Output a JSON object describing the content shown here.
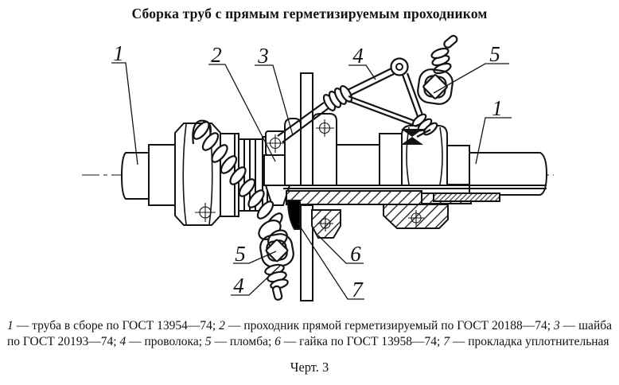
{
  "document": {
    "title": "Сборка труб с прямым герметизируемым проходником",
    "figure_label": "Черт. 3"
  },
  "legend": {
    "dash": " — ",
    "separator": "; ",
    "items": [
      {
        "num": "1",
        "desc": "труба в сборе по ГОСТ 13954—74"
      },
      {
        "num": "2",
        "desc": "проходник прямой герметизируемый по ГОСТ 20188—74"
      },
      {
        "num": "3",
        "desc": "шайба по ГОСТ 20193—74"
      },
      {
        "num": "4",
        "desc": "проволока"
      },
      {
        "num": "5",
        "desc": "пломба"
      },
      {
        "num": "6",
        "desc": "гайка по ГОСТ 13958—74"
      },
      {
        "num": "7",
        "desc": "прокладка уплотнительная"
      }
    ]
  },
  "drawing": {
    "colors": {
      "line": "#141414",
      "background": "#ffffff",
      "gasket_fill": "#000000"
    },
    "callouts": [
      {
        "id": "callout-1-left",
        "label": "1"
      },
      {
        "id": "callout-2",
        "label": "2"
      },
      {
        "id": "callout-3",
        "label": "3"
      },
      {
        "id": "callout-4-top",
        "label": "4"
      },
      {
        "id": "callout-5-top",
        "label": "5"
      },
      {
        "id": "callout-1-right",
        "label": "1"
      },
      {
        "id": "callout-5-bottom",
        "label": "5"
      },
      {
        "id": "callout-4-bottom",
        "label": "4"
      },
      {
        "id": "callout-6",
        "label": "6"
      },
      {
        "id": "callout-7",
        "label": "7"
      }
    ]
  }
}
